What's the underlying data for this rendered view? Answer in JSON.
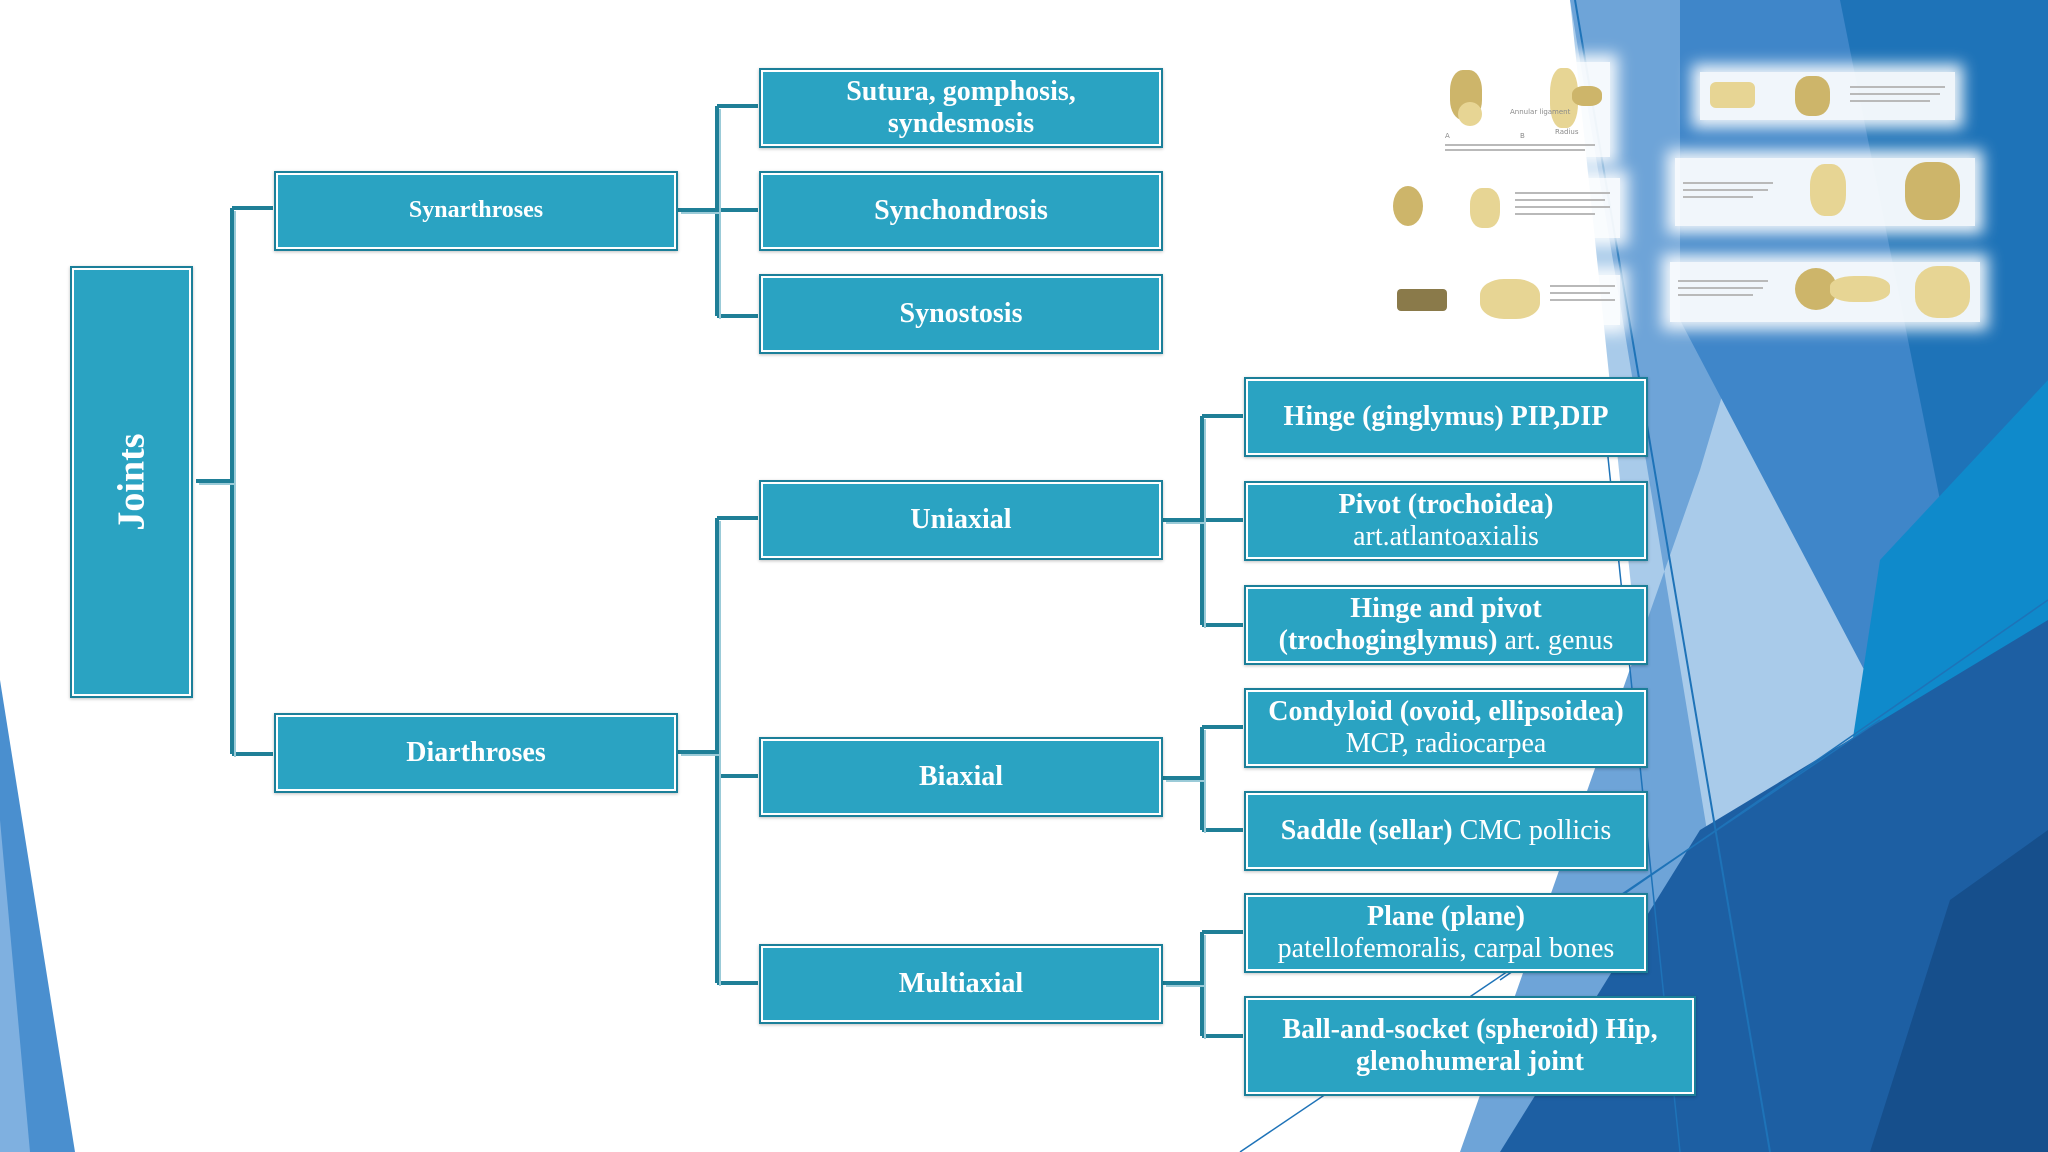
{
  "diagram": {
    "root": {
      "label": "Joints"
    },
    "synarthroses": {
      "label": "Synarthroses",
      "children": {
        "sutura": {
          "label": "Sutura, gomphosis, syndesmosis"
        },
        "synchondrosis": {
          "label": "Synchondrosis"
        },
        "synostosis": {
          "label": "Synostosis"
        }
      }
    },
    "diarthroses": {
      "label": "Diarthroses",
      "uniaxial": {
        "label": "Uniaxial",
        "hinge": {
          "bold": "Hinge (ginglymus) PIP,DIP"
        },
        "pivot": {
          "bold": "Pivot (trochoidea)",
          "regular": "art.atlantoaxialis"
        },
        "hinge_pivot": {
          "bold_line1": "Hinge and pivot",
          "bold_line2": "(trochoginglymus)",
          "regular": " art. genus"
        }
      },
      "biaxial": {
        "label": "Biaxial",
        "condyloid": {
          "bold": "Condyloid (ovoid, ellipsoidea)",
          "regular": "MCP, radiocarpea"
        },
        "saddle": {
          "bold": "Saddle (sellar)",
          "regular": " CMC pollicis"
        }
      },
      "multiaxial": {
        "label": "Multiaxial",
        "plane": {
          "bold": "Plane (plane)",
          "regular": "patellofemoralis, carpal bones"
        },
        "ball": {
          "bold": "Ball-and-socket (spheroid) Hip, glenohumeral joint"
        }
      }
    }
  },
  "thumbnails": {
    "label_a": "A",
    "label_b": "B",
    "caption_annular": "Annular ligament",
    "caption_radius": "Radius"
  },
  "colors": {
    "box_fill": "#2aa3c2",
    "box_border": "#1b7f99",
    "connector": "#1f7f97",
    "accent_blue_light": "#9dc3e6",
    "accent_blue": "#4a8fcf",
    "accent_blue_dark": "#1f5f9f"
  }
}
